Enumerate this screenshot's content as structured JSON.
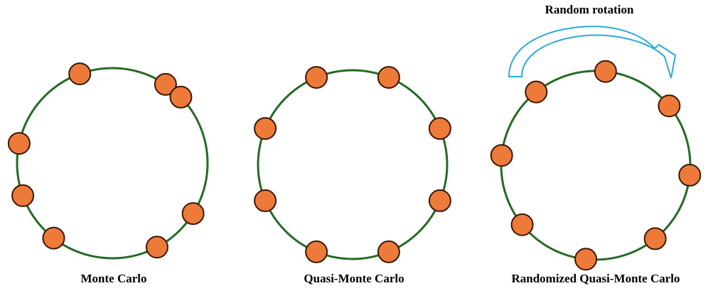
{
  "colors": {
    "circle": "#246b22",
    "dot_fill": "#ee7a3a",
    "dot_stroke": "#3a1806",
    "arrow_stroke": "#2aaad8"
  },
  "annotation": {
    "arrow_label": "Random rotation",
    "arrow_icon": "curved-arrow-icon"
  },
  "panels": [
    {
      "key": "mc",
      "title": "Monte Carlo",
      "point_angles_deg": [
        110,
        56,
        44,
        200,
        168,
        328,
        298,
        232
      ]
    },
    {
      "key": "qmc",
      "title": "Quasi-Monte Carlo",
      "point_angles_deg": [
        67.5,
        112.5,
        22.5,
        157.5,
        202.5,
        337.5,
        247.5,
        292.5
      ]
    },
    {
      "key": "rqmc",
      "title": "Randomized Quasi-Monte Carlo",
      "point_angles_deg": [
        84,
        129,
        39,
        174,
        219,
        354,
        264,
        309
      ]
    }
  ]
}
